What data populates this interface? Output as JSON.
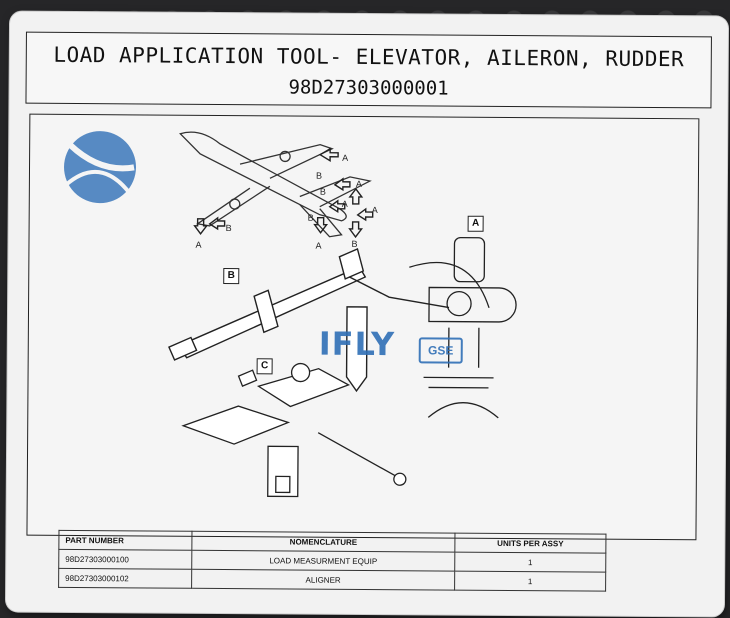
{
  "placard": {
    "title": "LOAD APPLICATION TOOL- ELEVATOR, AILERON, RUDDER",
    "part_number": "98D27303000001",
    "callouts": {
      "a": "A",
      "b": "B",
      "c": "C"
    },
    "arrow_labels": [
      "A",
      "B",
      "A",
      "B",
      "A",
      "B",
      "A",
      "B",
      "A",
      "B",
      "A"
    ]
  },
  "watermark": {
    "brand": "IFLY",
    "badge": "GSE",
    "color": "#2f6fb6"
  },
  "parts_table": {
    "headers": {
      "part_number": "PART NUMBER",
      "nomenclature": "NOMENCLATURE",
      "units": "UNITS PER ASSY"
    },
    "rows": [
      {
        "part_number": "98D27303000100",
        "nomenclature": "LOAD MEASURMENT EQUIP",
        "units": "1"
      },
      {
        "part_number": "98D27303000102",
        "nomenclature": "ALIGNER",
        "units": "1"
      }
    ]
  }
}
